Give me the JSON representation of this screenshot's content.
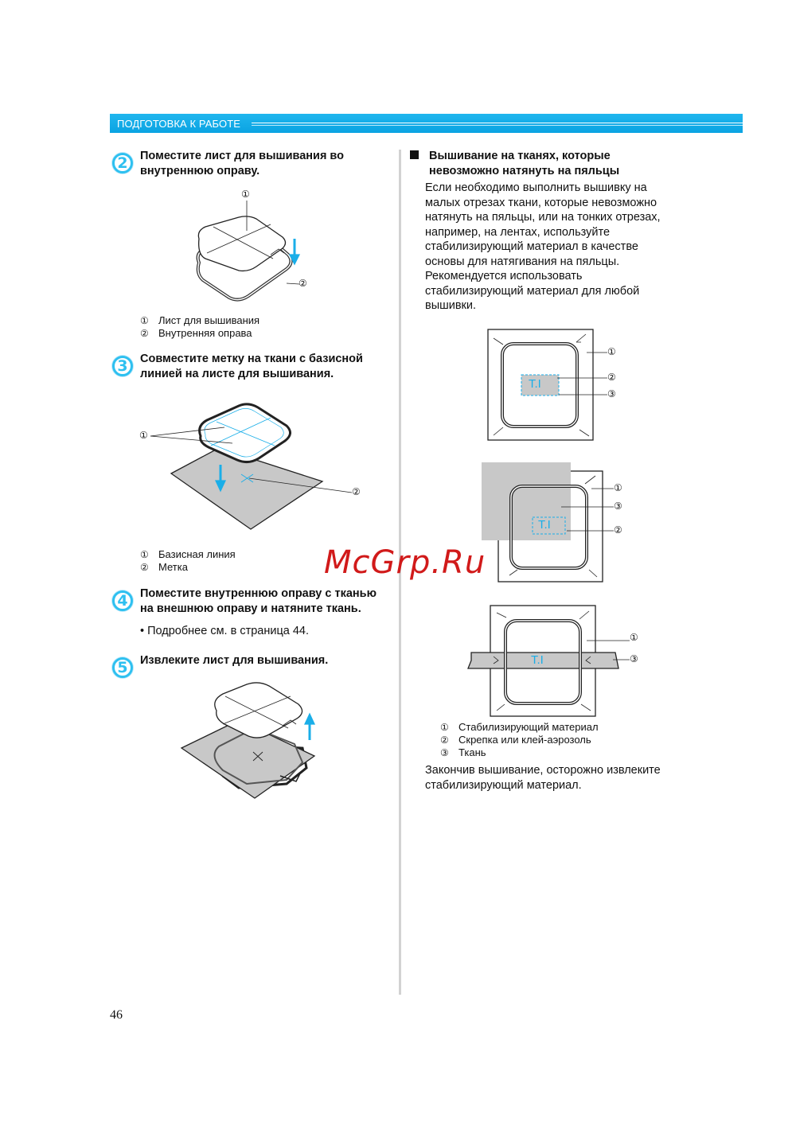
{
  "header": {
    "title": "ПОДГОТОВКА К РАБОТЕ"
  },
  "left": {
    "steps": [
      {
        "number": "2",
        "title_lines": [
          "Поместите лист для вышивания во",
          "внутреннюю оправу."
        ],
        "legend": [
          {
            "n": "①",
            "text": "Лист для вышивания"
          },
          {
            "n": "②",
            "text": "Внутренняя оправа"
          }
        ]
      },
      {
        "number": "3",
        "title_lines": [
          "Совместите метку на ткани с базисной",
          "линией на листе для вышивания."
        ],
        "legend": [
          {
            "n": "①",
            "text": "Базисная линия"
          },
          {
            "n": "②",
            "text": "Метка"
          }
        ]
      },
      {
        "number": "4",
        "title_lines": [
          "Поместите внутреннюю оправу с тканью",
          "на внешнюю оправу и натяните ткань."
        ],
        "bullet": "Подробнее см. в страница 44."
      },
      {
        "number": "5",
        "title_lines": [
          "Извлеките лист для вышивания."
        ]
      }
    ]
  },
  "right": {
    "heading_lines": [
      "Вышивание на тканях, которые",
      "невозможно натянуть на пяльцы"
    ],
    "paragraph_lines": [
      "Если необходимо выполнить вышивку на",
      "малых отрезах ткани, которые невозможно",
      "натянуть на пяльцы, или на тонких отрезах,",
      "например, на лентах, используйте",
      "стабилизирующий материал в качестве",
      "основы для натягивания на пяльцы.",
      "Рекомендуется использовать",
      "стабилизирующий материал для любой",
      "вышивки."
    ],
    "diagram_text": "T.I",
    "legend": [
      {
        "n": "①",
        "text": "Стабилизирующий материал"
      },
      {
        "n": "②",
        "text": "Скрепка или клей-аэрозоль"
      },
      {
        "n": "③",
        "text": "Ткань"
      }
    ],
    "closing_lines": [
      "Закончив вышивание, осторожно извлеките",
      "стабилизирующий материал."
    ]
  },
  "callouts": {
    "one": "①",
    "two": "②",
    "three": "③"
  },
  "watermark": "McGrp.Ru",
  "page_number": "46",
  "colors": {
    "accent": "#1aaee8",
    "watermark": "#d11a1a",
    "fabric": "#c8c8c8"
  }
}
